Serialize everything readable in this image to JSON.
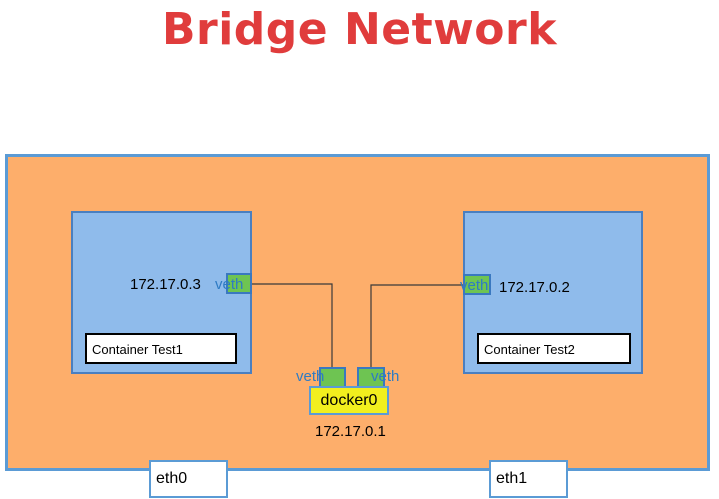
{
  "title": "Bridge Network",
  "containers": [
    {
      "label": "Container Test1",
      "ip": "172.17.0.3",
      "veth": "veth"
    },
    {
      "label": "Container Test2",
      "ip": "172.17.0.2",
      "veth": "veth"
    }
  ],
  "bridge": {
    "name": "docker0",
    "ip": "172.17.0.1",
    "veth_left": "veth",
    "veth_right": "veth"
  },
  "interfaces": [
    "eth0",
    "eth1"
  ],
  "colors": {
    "title": "#e03c3c",
    "host": "#fdae6b",
    "container": "#8fbbeb",
    "veth": "#6ec452",
    "veth_text": "#2e7bc4",
    "bridge": "#f2ef1e",
    "border": "#5b9bd5"
  }
}
